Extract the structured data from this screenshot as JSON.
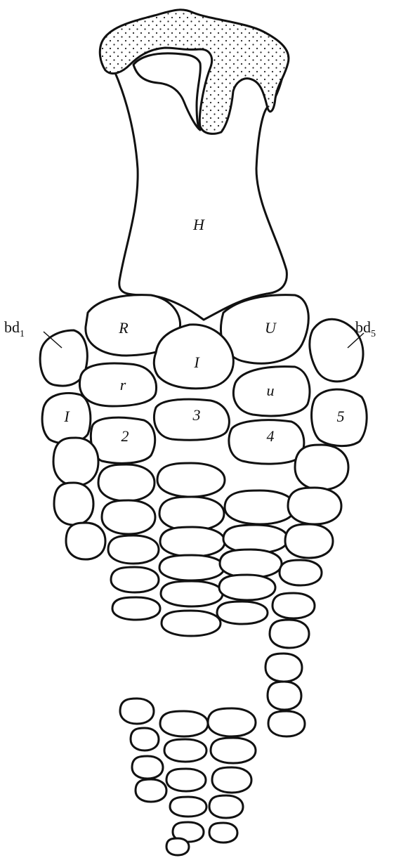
{
  "labels": {
    "humerus": "H",
    "radiale": "R",
    "ulnare": "U",
    "intermedium": "I",
    "radius_small": "r",
    "ulna_small": "u",
    "digit_1": "I",
    "digit_2": "2",
    "digit_3": "3",
    "digit_4": "4",
    "digit_5": "5",
    "bd1_base": "bd",
    "bd1_sub": "1",
    "bd5_base": "bd",
    "bd5_sub": "5"
  },
  "colors": {
    "outline": "#111111",
    "background": "#ffffff",
    "stipple": "#222222"
  }
}
